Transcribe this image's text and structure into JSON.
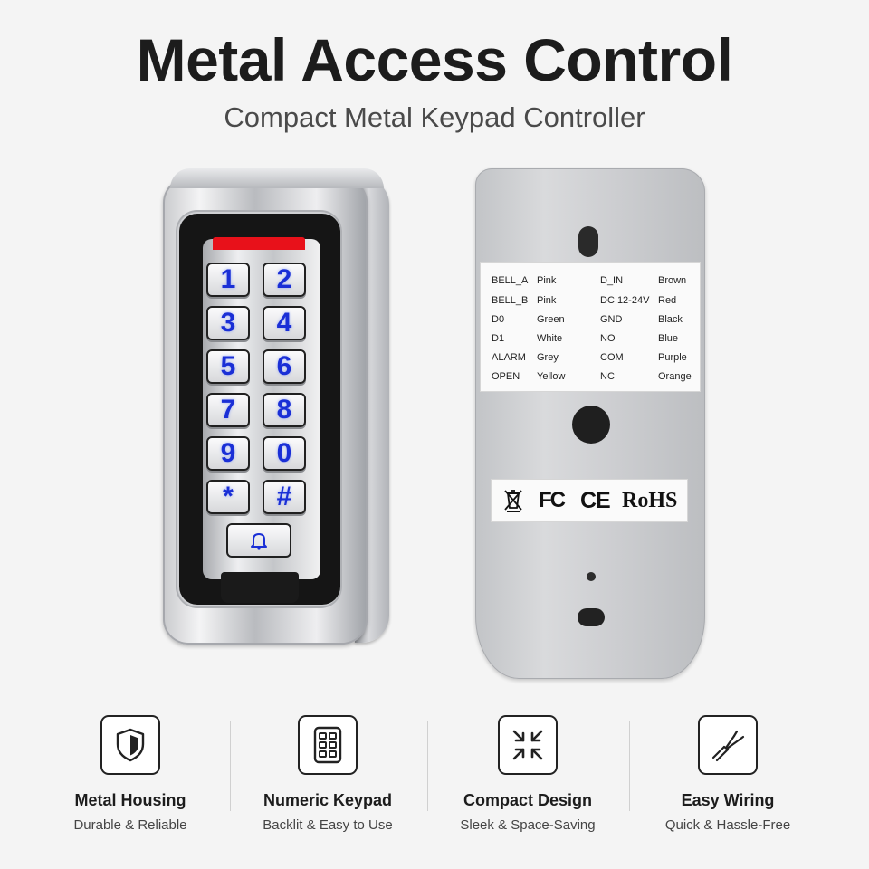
{
  "header": {
    "title": "Metal Access Control",
    "subtitle": "Compact Metal Keypad Controller"
  },
  "keypad": {
    "keys": [
      "1",
      "2",
      "3",
      "4",
      "5",
      "6",
      "7",
      "8",
      "9",
      "0",
      "*",
      "#"
    ],
    "bell_icon": "bell-icon",
    "led_color": "#e8111a",
    "key_text_color": "#1a2fd6"
  },
  "wiring_label": {
    "rows": [
      {
        "left_wire": "BELL_A",
        "left_color": "Pink",
        "right_wire": "D_IN",
        "right_color": "Brown"
      },
      {
        "left_wire": "BELL_B",
        "left_color": "Pink",
        "right_wire": "DC 12-24V",
        "right_color": "Red"
      },
      {
        "left_wire": "D0",
        "left_color": "Green",
        "right_wire": "GND",
        "right_color": "Black"
      },
      {
        "left_wire": "D1",
        "left_color": "White",
        "right_wire": "NO",
        "right_color": "Blue"
      },
      {
        "left_wire": "ALARM",
        "left_color": "Grey",
        "right_wire": "COM",
        "right_color": "Purple"
      },
      {
        "left_wire": "OPEN",
        "left_color": "Yellow",
        "right_wire": "NC",
        "right_color": "Orange"
      }
    ]
  },
  "certifications": {
    "weee_icon": "crossed-bin-icon",
    "fc": "FC",
    "ce": "CE",
    "rohs": "RoHS"
  },
  "features": [
    {
      "icon": "shield-icon",
      "title": "Metal Housing",
      "subtitle": "Durable & Reliable"
    },
    {
      "icon": "keypad-icon",
      "title": "Numeric Keypad",
      "subtitle": "Backlit & Easy to Use"
    },
    {
      "icon": "compress-arrows-icon",
      "title": "Compact Design",
      "subtitle": "Sleek & Space-Saving"
    },
    {
      "icon": "wires-icon",
      "title": "Easy Wiring",
      "subtitle": "Quick & Hassle-Free"
    }
  ]
}
